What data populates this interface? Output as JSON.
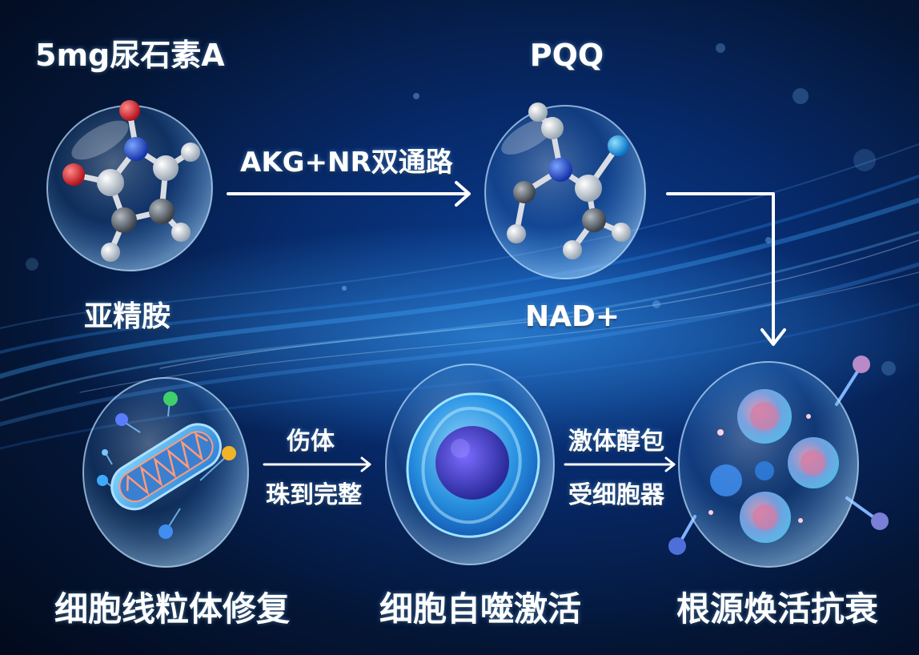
{
  "nodes": {
    "urolithin": {
      "title": "5mg尿石素A",
      "sub": "亚精胺"
    },
    "pqq": {
      "title": "PQQ",
      "sub": "NAD+"
    },
    "mito": {
      "caption": "细胞线粒体修复"
    },
    "autophagy": {
      "caption": "细胞自噬激活"
    },
    "rejuvenate": {
      "caption": "根源焕活抗衰"
    }
  },
  "arrows": {
    "top": {
      "label": "AKG+NR双通路"
    },
    "bottom_left": {
      "line1": "伤体",
      "line2": "珠到完整"
    },
    "bottom_right": {
      "line1": "激体醇包",
      "line2": "受细胞器"
    }
  },
  "colors": {
    "background": "#05183f",
    "glow": "#3fa9ff",
    "text": "#ffffff",
    "atom_red": "#d8242b",
    "atom_blue": "#1f4fd8",
    "atom_white": "#e8eef5",
    "atom_grey": "#6d747c"
  }
}
